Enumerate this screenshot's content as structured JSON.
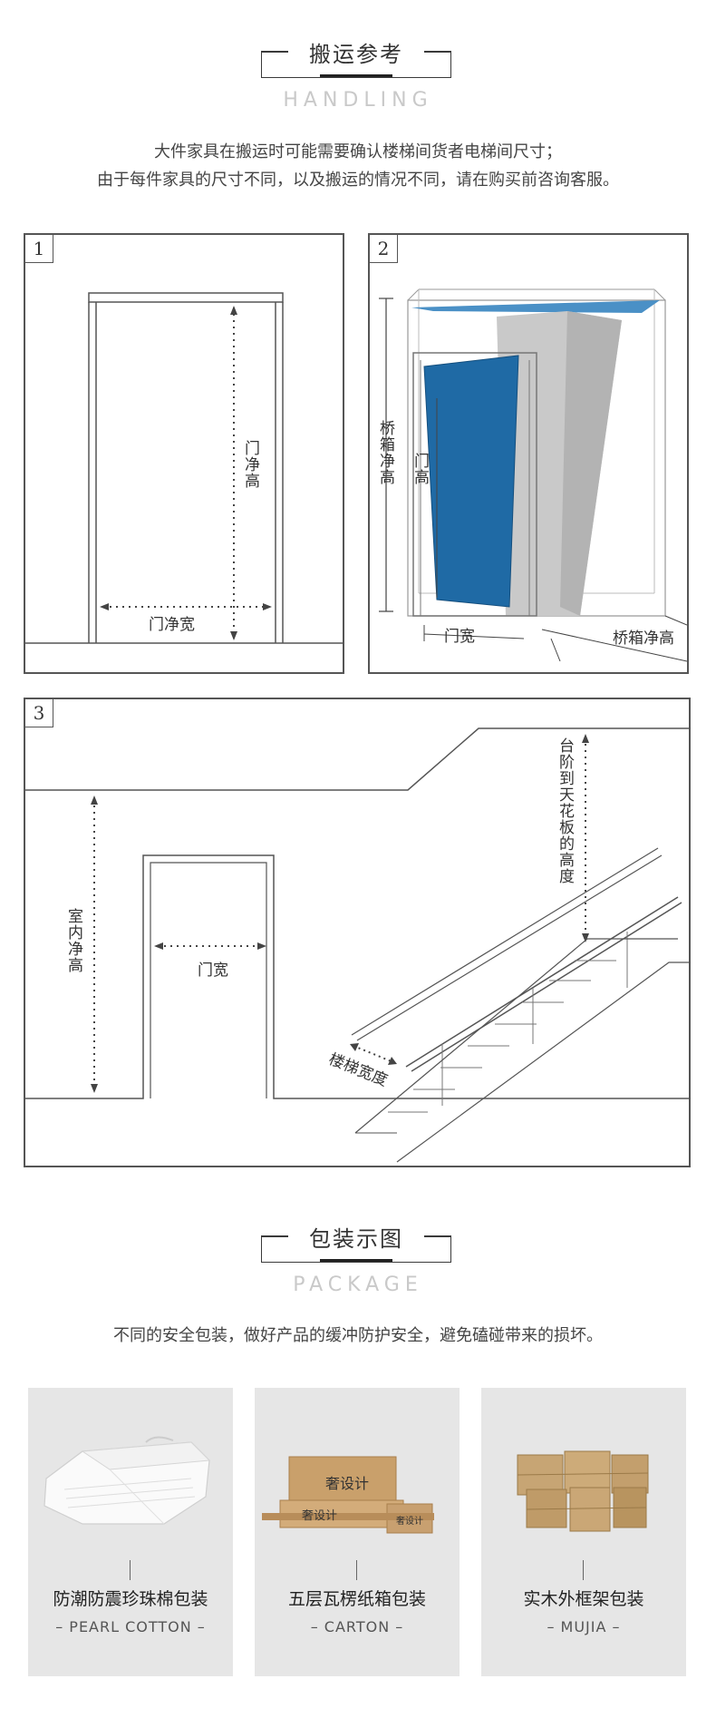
{
  "handling": {
    "title": "搬运参考",
    "subtitle": "HANDLING",
    "line1": "大件家具在搬运时可能需要确认楼梯间货者电梯间尺寸；",
    "line2": "由于每件家具的尺寸不同，以及搬运的情况不同，请在购买前咨询客服。"
  },
  "diagram1": {
    "number": "1",
    "door_height": "门净高",
    "door_width": "门净宽"
  },
  "diagram2": {
    "number": "2",
    "cabin_height": "桥箱净高",
    "door_height": "门高",
    "door_width": "门宽",
    "cabin_depth": "桥箱净高"
  },
  "diagram3": {
    "number": "3",
    "room_height": "室内净高",
    "door_width": "门宽",
    "step_height": "台阶到天花板的高度",
    "stair_width": "楼梯宽度"
  },
  "package": {
    "title": "包装示图",
    "subtitle": "PACKAGE",
    "intro": "不同的安全包装，做好产品的缓冲防护安全，避免磕碰带来的损坏。",
    "items": [
      {
        "cn": "防潮防震珍珠棉包装",
        "en": "– PEARL COTTON –"
      },
      {
        "cn": "五层瓦楞纸箱包装",
        "en": "– CARTON –",
        "box_text_1": "奢设计",
        "box_text_2": "奢设计",
        "box_text_3": "奢设计"
      },
      {
        "cn": "实木外框架包装",
        "en": "– MUJIA –"
      }
    ]
  },
  "colors": {
    "accent_blue": "#1f6aa5",
    "light_blue": "#4a90c6",
    "card_bg": "#e6e6e6"
  }
}
